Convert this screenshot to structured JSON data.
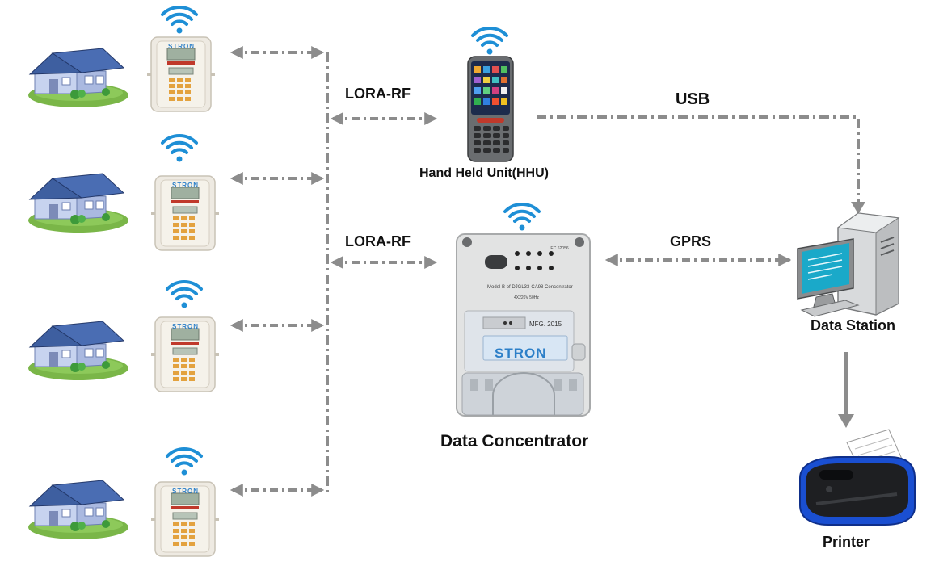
{
  "links": {
    "lora_rf_hhu": "LORA-RF",
    "lora_rf_concentrator": "LORA-RF",
    "usb": "USB",
    "gprs": "GPRS"
  },
  "devices": {
    "hhu": "Hand Held Unit(HHU)",
    "concentrator": "Data Concentrator",
    "data_station": "Data Station",
    "printer": "Printer"
  },
  "concentrator_panel": {
    "brand": "STRON",
    "mfg": "MFG. 2015",
    "model": "Model B of DJGL33-CA98 Concentrator",
    "rating": "4X220V 50Hz",
    "standard": "IEC 62056"
  },
  "meter_brand": "STRON",
  "colors": {
    "link_gray": "#8c8c8c",
    "wifi_blue": "#1e8fd6",
    "roof_blue": "#3e5fa0",
    "house_wall": "#b6c4e6",
    "grass_green": "#7ab648",
    "monitor_cyan": "#1aa9c9",
    "printer_blue": "#1a4fd1"
  },
  "icons": [
    "wifi-icon",
    "house-icon",
    "smart-meter",
    "handheld-terminal",
    "computer-icon",
    "printer-icon"
  ]
}
